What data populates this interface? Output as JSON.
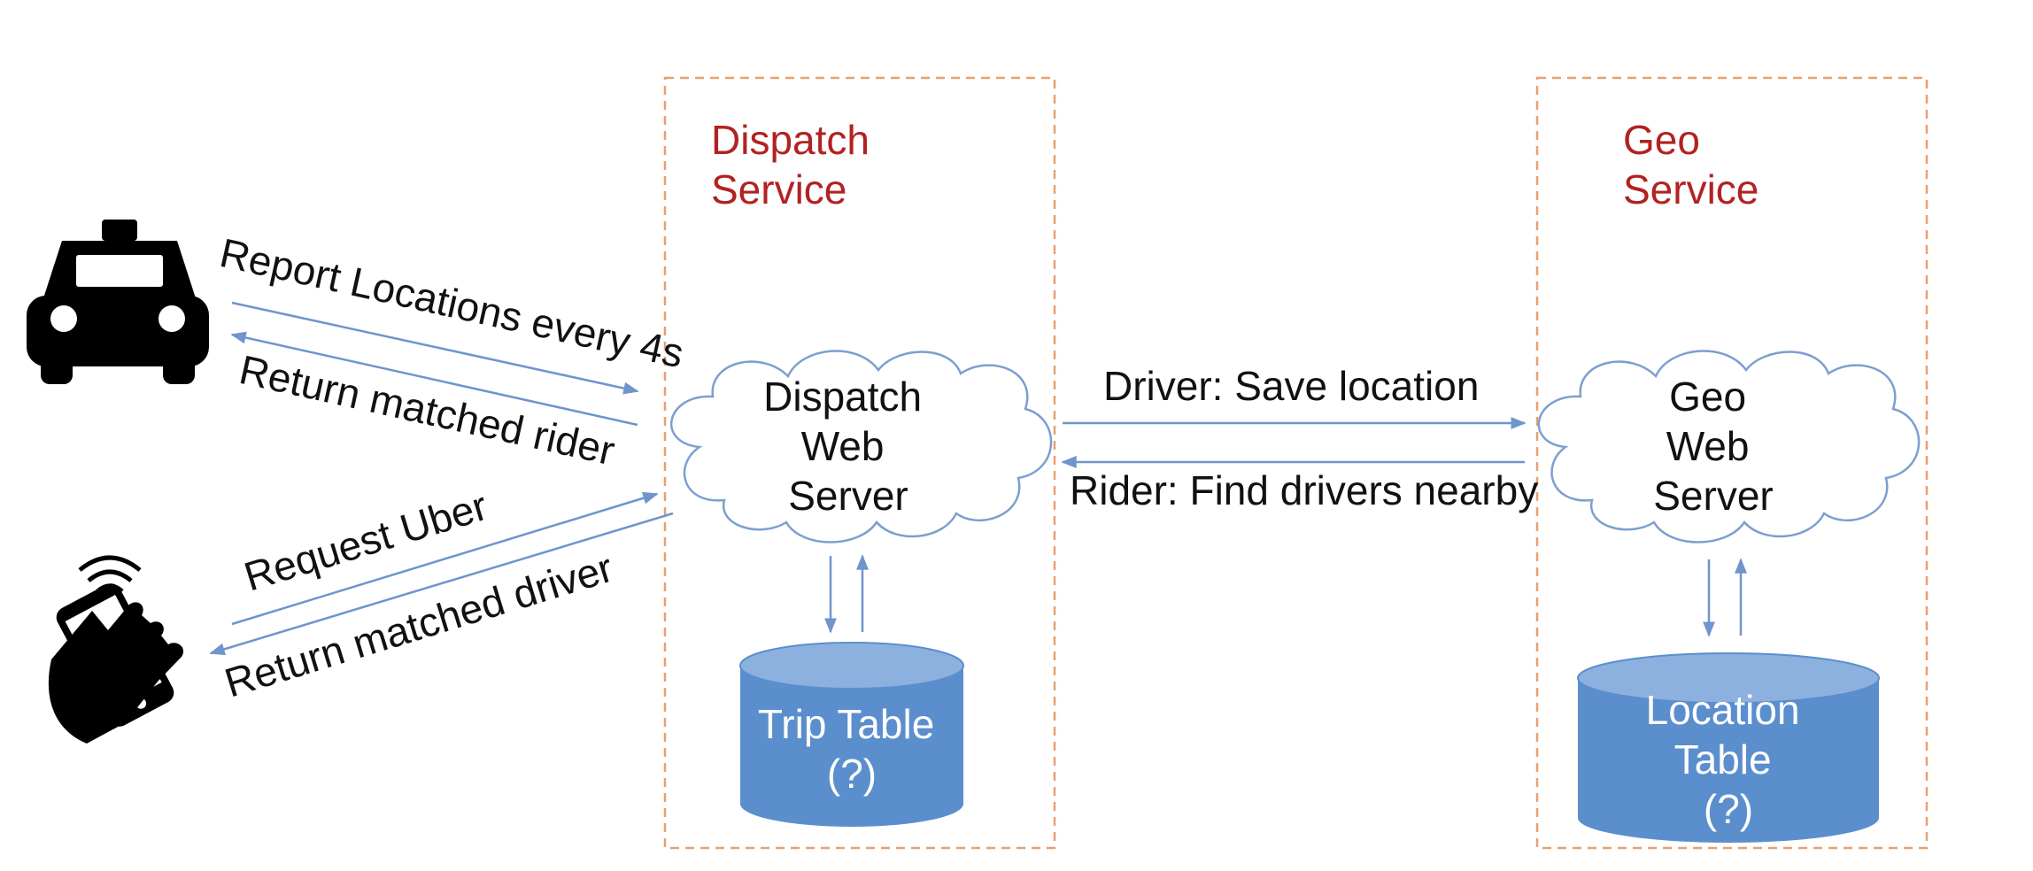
{
  "colors": {
    "service_border": "#e8a070",
    "service_title": "#b22222",
    "arrow": "#6f95cc",
    "cloud_stroke": "#7d9fd0",
    "db_fill": "#5b8ecd",
    "db_top": "#8cb1df",
    "icon": "#000000"
  },
  "icons": {
    "car": "taxi-icon",
    "phone": "phone-in-hand-icon"
  },
  "dispatch_service": {
    "title_line1": "Dispatch",
    "title_line2": "Service",
    "web_server": {
      "line1": "Dispatch",
      "line2": "Web",
      "line3": "Server"
    },
    "table": {
      "line1": "Trip Table",
      "line2": "(?)"
    }
  },
  "geo_service": {
    "title_line1": "Geo",
    "title_line2": "Service",
    "web_server": {
      "line1": "Geo",
      "line2": "Web",
      "line3": "Server"
    },
    "table": {
      "line1": "Location",
      "line2": "Table",
      "line3": "(?)"
    }
  },
  "edges": {
    "report_locations": "Report Locations every 4s",
    "return_rider": "Return matched rider",
    "request_uber": "Request Uber",
    "return_driver": "Return matched driver",
    "save_location": "Driver: Save location",
    "find_drivers": "Rider: Find drivers nearby"
  }
}
